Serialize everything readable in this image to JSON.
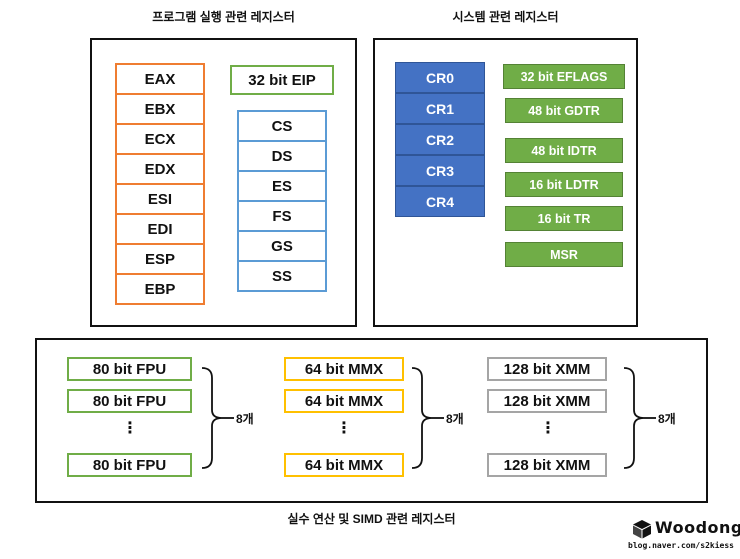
{
  "titles": {
    "program": "프로그램 실행 관련 레지스터",
    "system": "시스템 관련 레지스터",
    "simd": "실수 연산 및 SIMD 관련 레지스터"
  },
  "general_registers": [
    "EAX",
    "EBX",
    "ECX",
    "EDX",
    "ESI",
    "EDI",
    "ESP",
    "EBP"
  ],
  "eip": "32 bit EIP",
  "segment_registers": [
    "CS",
    "DS",
    "ES",
    "FS",
    "GS",
    "SS"
  ],
  "control_registers": [
    "CR0",
    "CR1",
    "CR2",
    "CR3",
    "CR4"
  ],
  "system_registers": [
    "32 bit EFLAGS",
    "48 bit GDTR",
    "48 bit IDTR",
    "16 bit LDTR",
    "16 bit TR",
    "MSR"
  ],
  "fpu": {
    "label": "80 bit FPU",
    "count": "8개"
  },
  "mmx": {
    "label": "64 bit MMX",
    "count": "8개"
  },
  "xmm": {
    "label": "128 bit XMM",
    "count": "8개"
  },
  "ellipsis": "⋮",
  "logo": {
    "brand": "Woodong",
    "url": "blog.naver.com/s2kiess"
  },
  "colors": {
    "general": "#ef7d31",
    "segment": "#5b9bd5",
    "eip": "#70ad47",
    "control": "#4472c4",
    "system": "#70ad47",
    "fpu": "#70ad47",
    "mmx": "#ffc000",
    "xmm": "#a5a5a5"
  }
}
